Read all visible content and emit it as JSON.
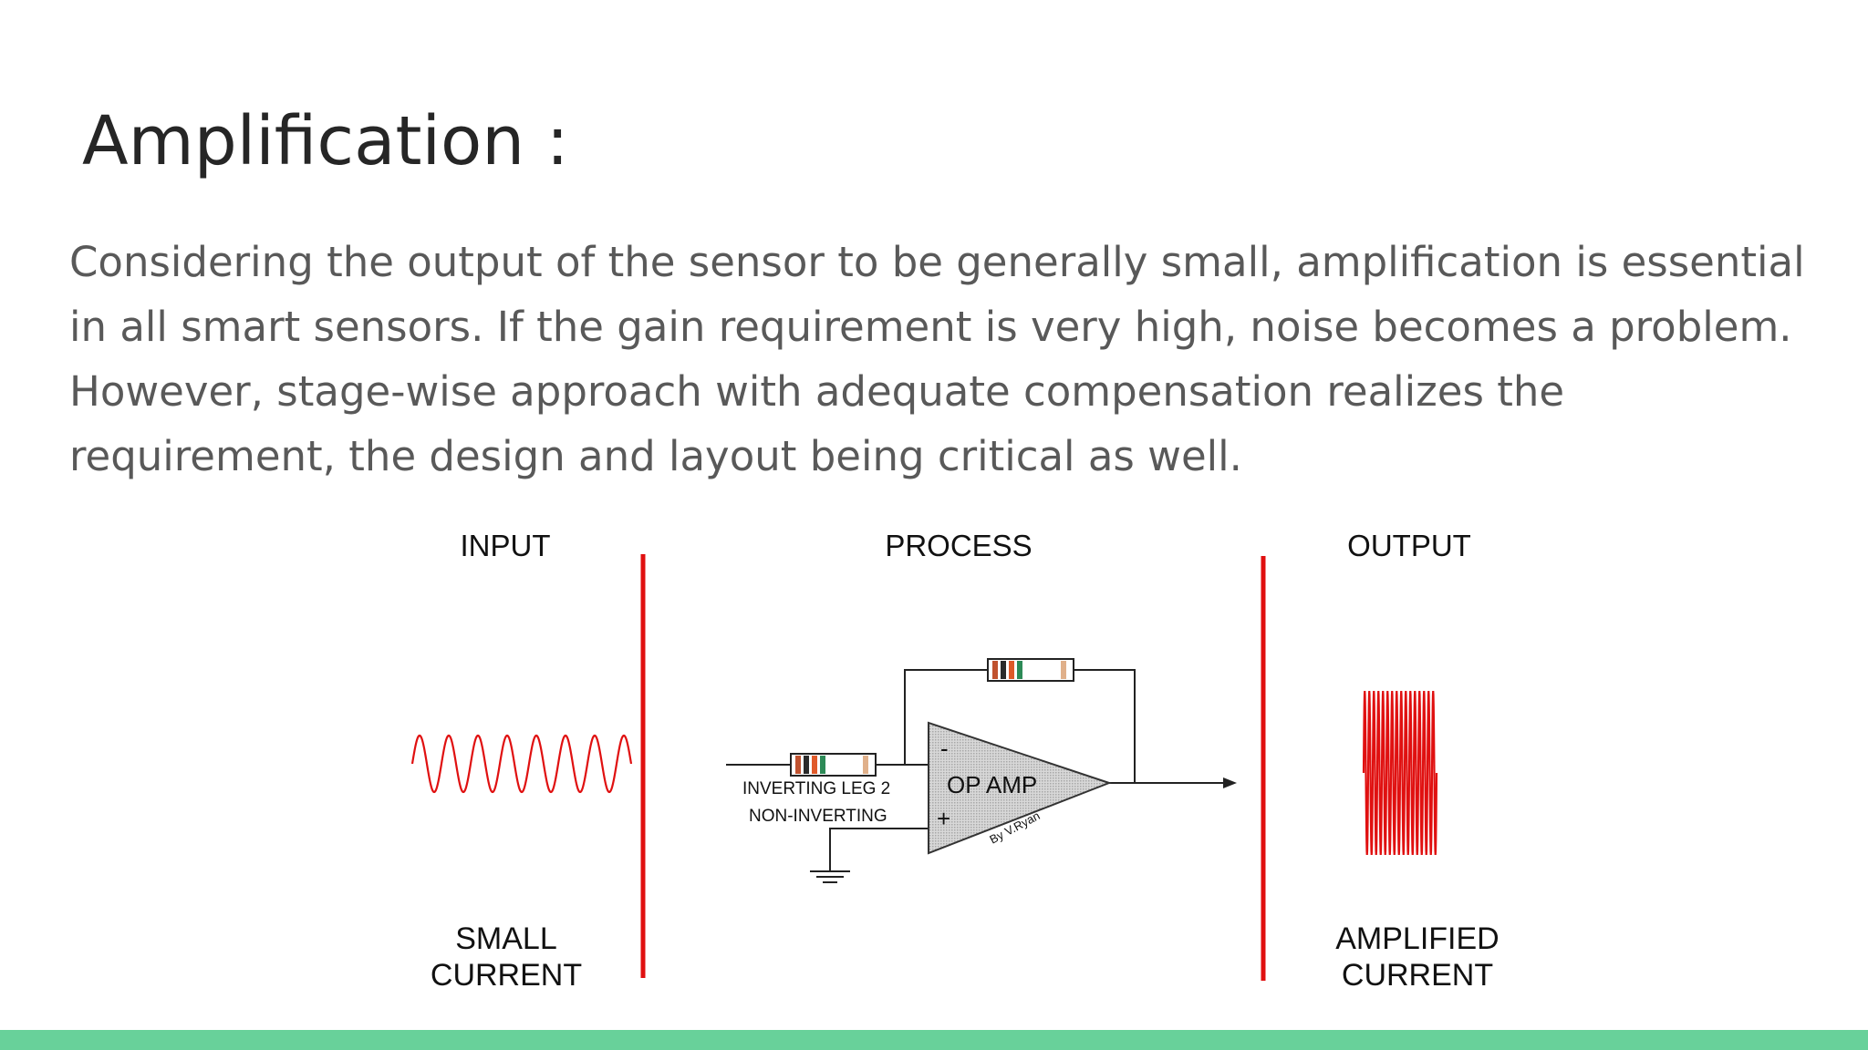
{
  "slide": {
    "title": "Amplification :",
    "body_lines": [
      "Considering the output of the sensor to be generally small, amplification is essential",
      "in all smart sensors. If the gain requirement is very high, noise becomes a problem.",
      "However, stage-wise approach with adequate compensation realizes the",
      "requirement, the design and layout being critical as well."
    ]
  },
  "diagram": {
    "input_heading": "INPUT",
    "process_heading": "PROCESS",
    "output_heading": "OUTPUT",
    "input_caption_line1": "SMALL",
    "input_caption_line2": "CURRENT",
    "output_caption_line1": "AMPLIFIED",
    "output_caption_line2": "CURRENT",
    "opamp_label": "OP AMP",
    "minus_sign": "-",
    "plus_sign": "+",
    "inverting_label": "INVERTING LEG 2",
    "non_inverting_label": "NON-INVERTING",
    "credit": "By V.Ryan",
    "divider_color": "#e01010",
    "wave_color": "#e01010"
  },
  "theme": {
    "footer_color": "#68d19a"
  }
}
